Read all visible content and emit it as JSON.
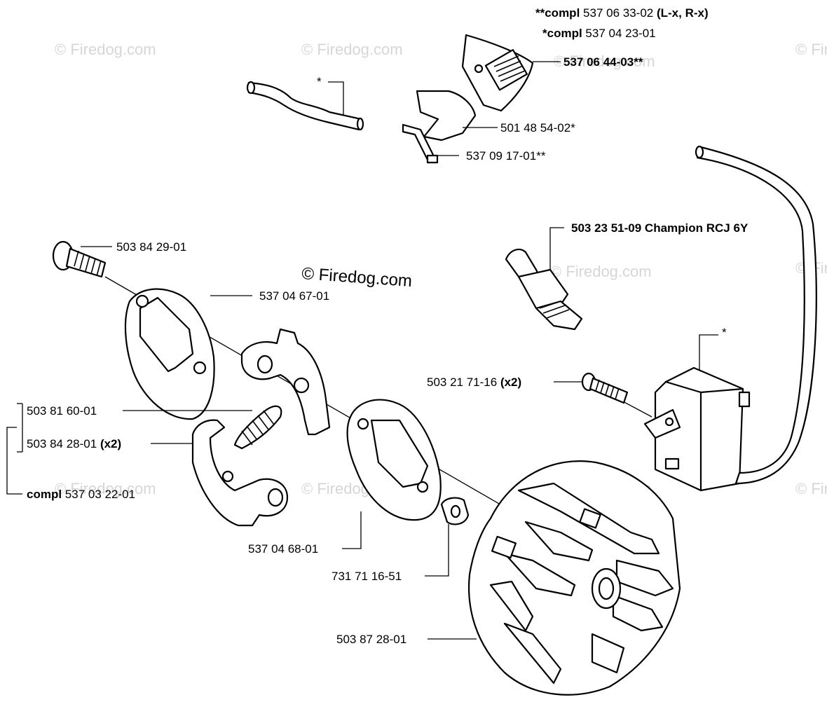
{
  "watermark": {
    "text": "© Firedog.com",
    "main_text": "© Firedog.com"
  },
  "labels": {
    "compl_537_06_33_02": {
      "prefix": "**compl",
      "number": "537 06 33-02",
      "suffix": "(L-x, R-x)"
    },
    "compl_537_04_23_01": {
      "prefix": "*compl",
      "number": "537 04 23-01"
    },
    "p537_06_44_03": "537 06 44-03**",
    "p501_48_54_02": "501 48 54-02*",
    "p537_09_17_01": "537 09 17-01**",
    "fuel_hose_star": "*",
    "p503_23_51_09": "503 23 51-09 Champion RCJ 6Y",
    "p503_84_29_01": "503 84 29-01",
    "p537_04_67_01": "537 04 67-01",
    "ignition_star": "*",
    "p503_21_71_16": {
      "number": "503 21 71-16",
      "qty": "(x2)"
    },
    "p503_81_60_01": "503 81 60-01",
    "p503_84_28_01": {
      "number": "503 84 28-01",
      "qty": "(x2)"
    },
    "compl_537_03_22_01": {
      "prefix": "compl",
      "number": "537 03 22-01"
    },
    "p537_04_68_01": "537 04 68-01",
    "p731_71_16_51": "731 71 16-51",
    "p503_87_28_01": "503 87 28-01"
  }
}
